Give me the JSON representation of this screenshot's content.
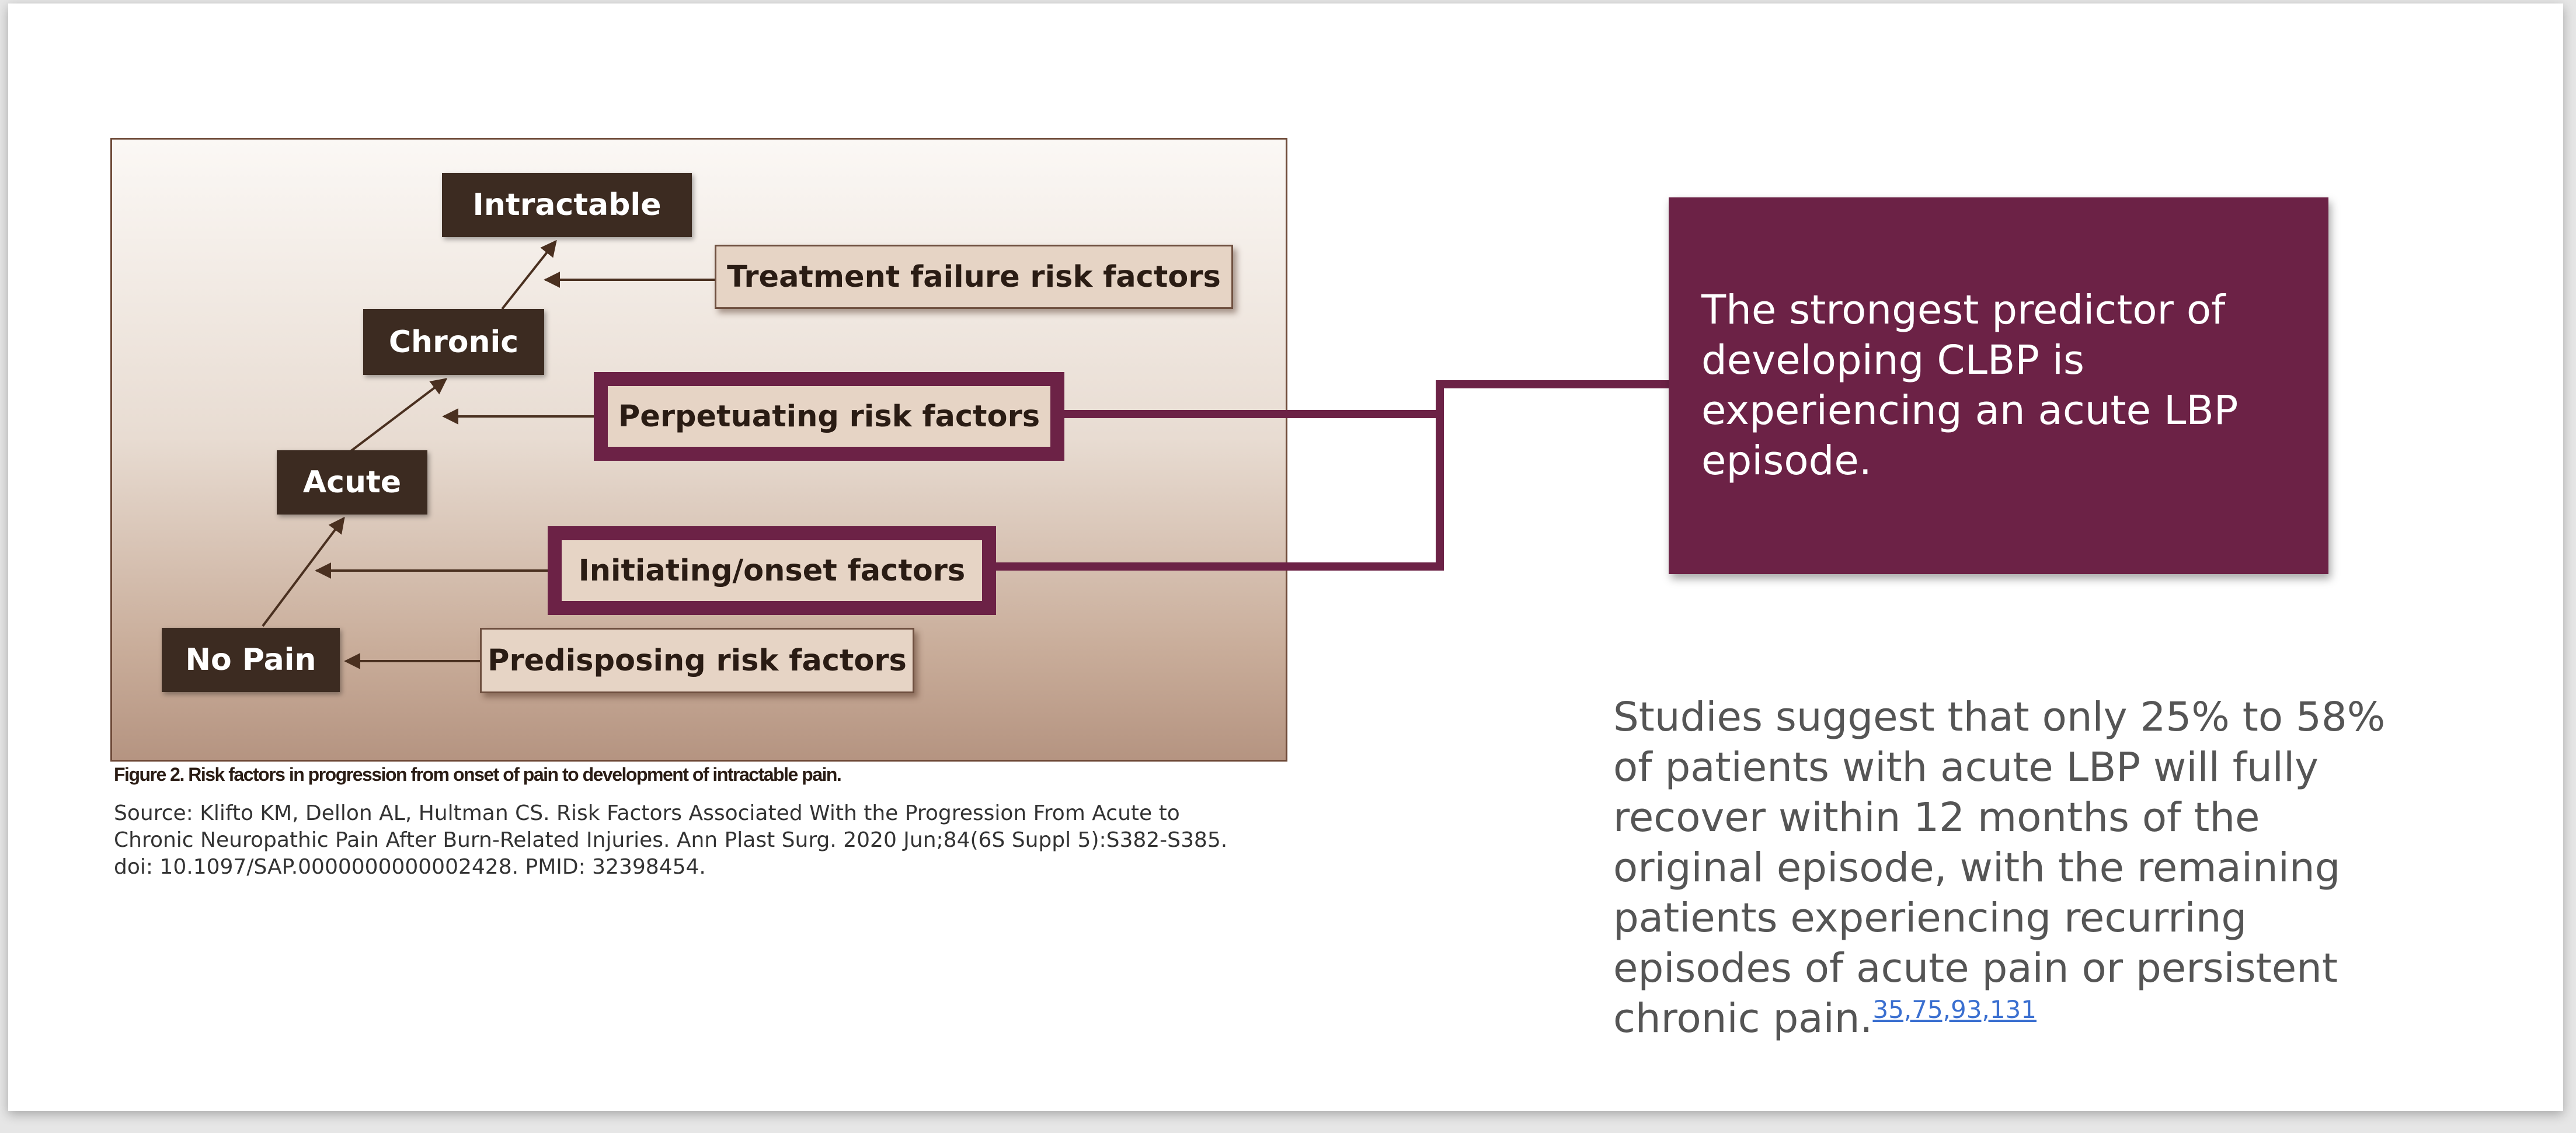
{
  "diagram": {
    "stages": {
      "intractable": "Intractable",
      "chronic": "Chronic",
      "acute": "Acute",
      "no_pain": "No Pain"
    },
    "factors": {
      "treatment_failure": "Treatment failure risk factors",
      "perpetuating": "Perpetuating risk factors",
      "initiating": "Initiating/onset factors",
      "predisposing": "Predisposing risk factors"
    },
    "figure_caption": "Figure 2. Risk factors in progression from onset of pain to development of intractable pain.",
    "source": "Source: Klifto KM, Dellon AL, Hultman CS. Risk Factors Associated With the Progression From Acute to Chronic Neuropathic Pain After Burn-Related Injuries. Ann Plast Surg. 2020 Jun;84(6S Suppl 5):S382-S385. doi: 10.1097/SAP.0000000000002428. PMID: 32398454.",
    "highlight_color": "#6c2246"
  },
  "callout": {
    "text": "The strongest predictor of developing CLBP is experiencing an acute LBP episode."
  },
  "body": {
    "text": "Studies suggest that only 25% to 58% of patients with acute LBP will fully recover within 12 months of the original episode, with the remaining patients experiencing recurring episodes of acute pain or persistent chronic pain.",
    "refs": "35,75,93,131"
  }
}
